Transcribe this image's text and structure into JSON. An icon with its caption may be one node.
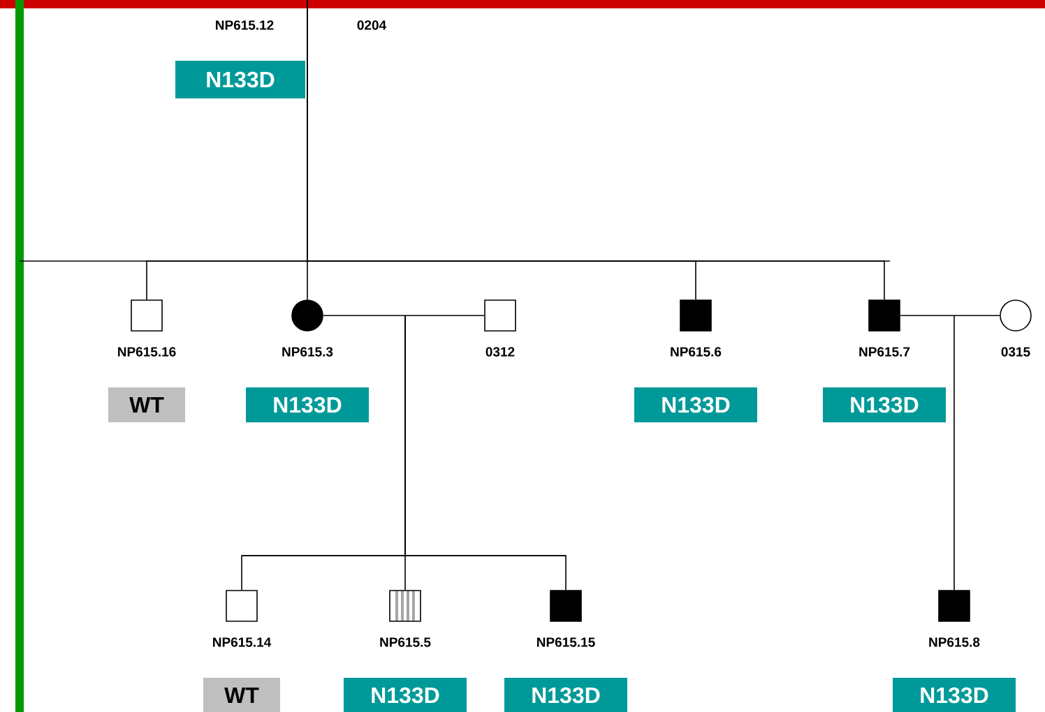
{
  "diagram": {
    "nodes": [
      {
        "text": [],
        "shape": "square",
        "beside": [
          "NP615.16",
          "WT"
        ]
      },
      {
        "text": [],
        "shape": "dot",
        "beside": [
          "NP615.3",
          "N133D"
        ]
      },
      {
        "text": [],
        "shape": "square",
        "beside": [
          "0312"
        ]
      },
      {
        "text": [],
        "shape": "block",
        "beside": [
          "NP615.6",
          "N133D"
        ]
      },
      {
        "text": [],
        "shape": "block",
        "beside": [
          "NP615.7",
          "N133D"
        ]
      },
      {
        "text": [],
        "shape": "circle",
        "beside": [
          "0315"
        ]
      },
      {
        "text": [],
        "shape": "square",
        "beside": [
          "NP615.14",
          "WT"
        ]
      },
      {
        "text": [],
        "shape": "stripes",
        "beside": [
          "NP615.5",
          "N133D"
        ]
      },
      {
        "text": [],
        "shape": "block",
        "beside": [
          "NP615.15",
          "N133D"
        ]
      },
      {
        "text": [],
        "shape": "block",
        "beside": [
          "NP615.8",
          "N133D"
        ]
      }
    ],
    "edges": [
      {
        "from": null,
        "to": 0,
        "arrow": "none"
      },
      {
        "from": null,
        "to": 1,
        "arrow": "none"
      },
      {
        "from": null,
        "to": 3,
        "arrow": "none"
      },
      {
        "from": null,
        "to": 4,
        "arrow": "none"
      },
      {
        "from": 1,
        "to": 2,
        "arrow": "none"
      },
      {
        "from": null,
        "to": 6,
        "arrow": "none"
      },
      {
        "from": null,
        "to": 7,
        "arrow": "none"
      },
      {
        "from": null,
        "to": 8,
        "arrow": "none"
      },
      {
        "from": 4,
        "to": 5,
        "arrow": "none"
      },
      {
        "from": null,
        "to": 9,
        "arrow": "none"
      }
    ],
    "labels": [
      "NP615.12",
      "0204",
      "N133D"
    ]
  }
}
